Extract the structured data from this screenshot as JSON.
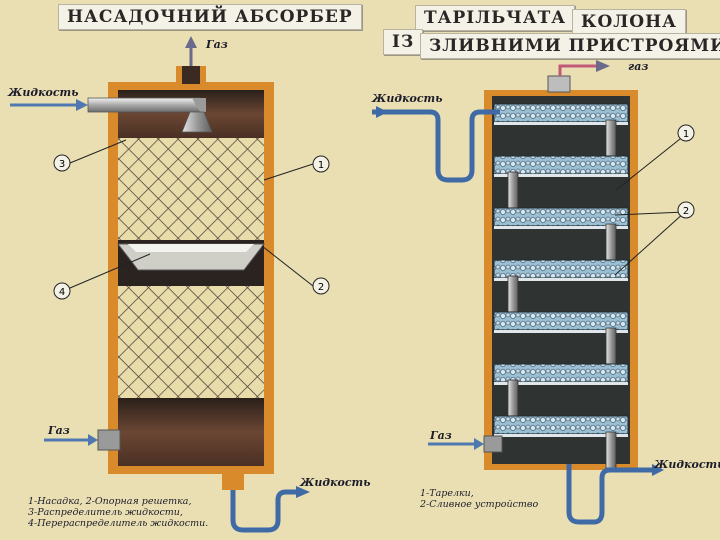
{
  "left": {
    "title": "НАСАДОЧНИЙ АБСОРБЕР",
    "gas_top": "Газ",
    "liquid_in": "Жидкость",
    "gas_in": "Газ",
    "liquid_out": "Жидкость",
    "callouts": [
      "1",
      "2",
      "3",
      "4"
    ],
    "legend": [
      "1-Насадка, 2-Опорная решетка,",
      "3-Распределитель жидкости,",
      "4-Перераспределитель жидкости."
    ]
  },
  "right": {
    "title_line1_a": "ТАРІЛЬЧАТА",
    "title_line1_b": "КОЛОНА",
    "title_line2_a": "ІЗ",
    "title_line2_b": "ЗЛИВНИМИ  ПРИСТРОЯМИ",
    "gas_top": "газ",
    "liquid_in": "Жидкость",
    "gas_in": "Газ",
    "liquid_out": "Жидкость",
    "callouts": [
      "1",
      "2"
    ],
    "legend": [
      "1-Тарелки,",
      "2-Сливное устройство"
    ]
  },
  "colors": {
    "background": "#e9dfb3",
    "shell": "#d98a2b",
    "packing": "#e7dcaa",
    "dark_fill": "#3a2a22",
    "tray_fill": "#8fb7cc",
    "arrow": "#4f78b0"
  }
}
